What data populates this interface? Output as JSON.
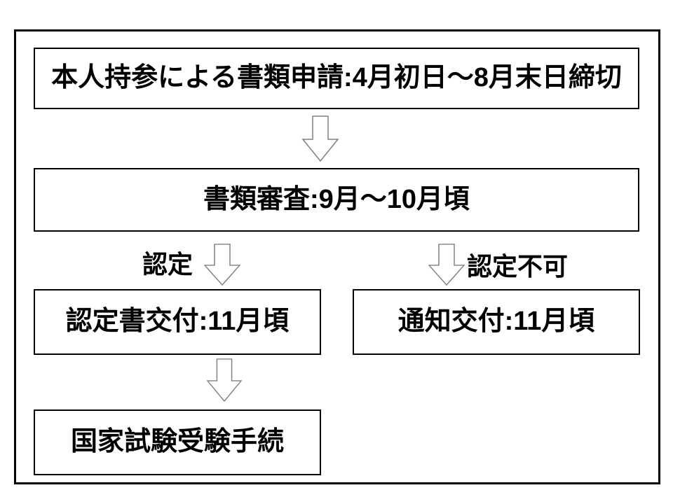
{
  "slide": {
    "background_color": "#ffffff",
    "frame_border_color": "#000000",
    "box_border_color": "#000000",
    "text_color": "#000000",
    "arrow_fill_color": "#ffffff",
    "arrow_outline_color": "#808080"
  },
  "flowchart": {
    "boxes": [
      {
        "id": "application",
        "label": "本人持参による書類申請:4月初日～8月末日締切"
      },
      {
        "id": "screening",
        "label": "書類審査:9月～10月頃"
      },
      {
        "id": "certificate",
        "label": "認定書交付:11月頃"
      },
      {
        "id": "notice",
        "label": "通知交付:11月頃"
      },
      {
        "id": "exam",
        "label": "国家試験受験手続"
      }
    ],
    "branch_labels": [
      {
        "id": "approved",
        "label": "認定"
      },
      {
        "id": "not-approved",
        "label": "認定不可"
      }
    ]
  }
}
